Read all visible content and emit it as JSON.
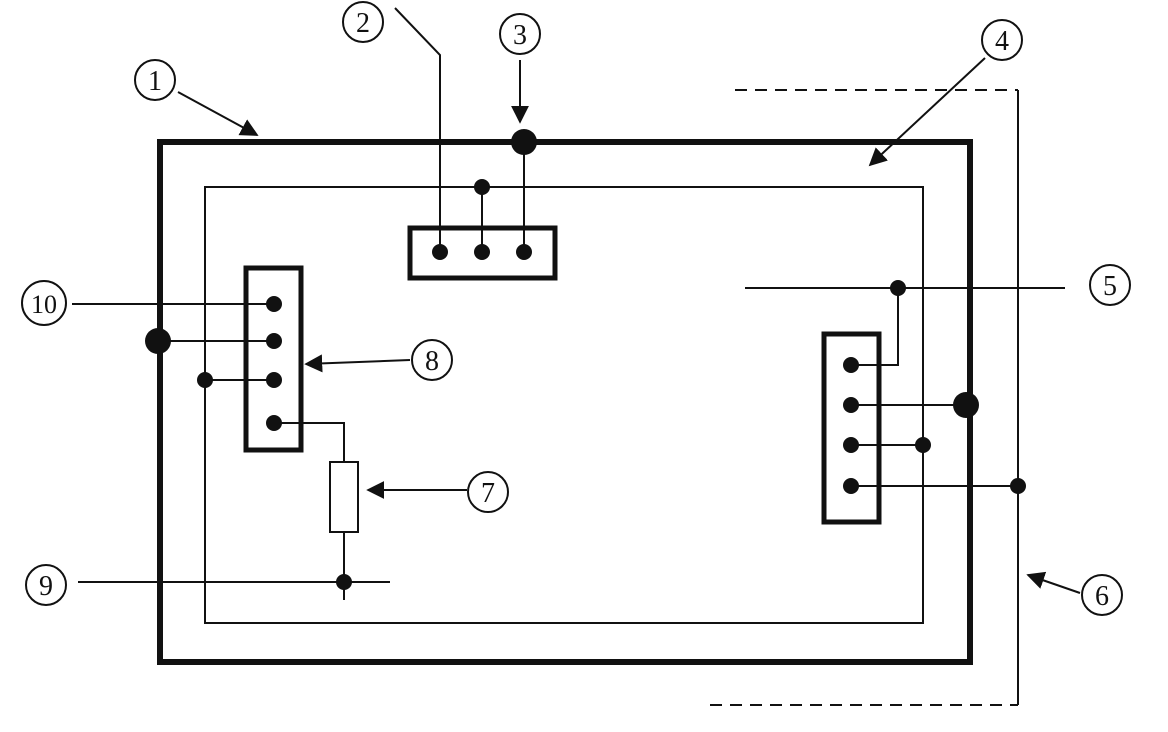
{
  "colors": {
    "ink": "#111111",
    "background": "#ffffff"
  },
  "callouts": [
    {
      "id": "c1",
      "label": "1"
    },
    {
      "id": "c2",
      "label": "2"
    },
    {
      "id": "c3",
      "label": "3"
    },
    {
      "id": "c4",
      "label": "4"
    },
    {
      "id": "c5",
      "label": "5"
    },
    {
      "id": "c6",
      "label": "6"
    },
    {
      "id": "c7",
      "label": "7"
    },
    {
      "id": "c8",
      "label": "8"
    },
    {
      "id": "c9",
      "label": "9"
    },
    {
      "id": "c10",
      "label": "10"
    }
  ]
}
